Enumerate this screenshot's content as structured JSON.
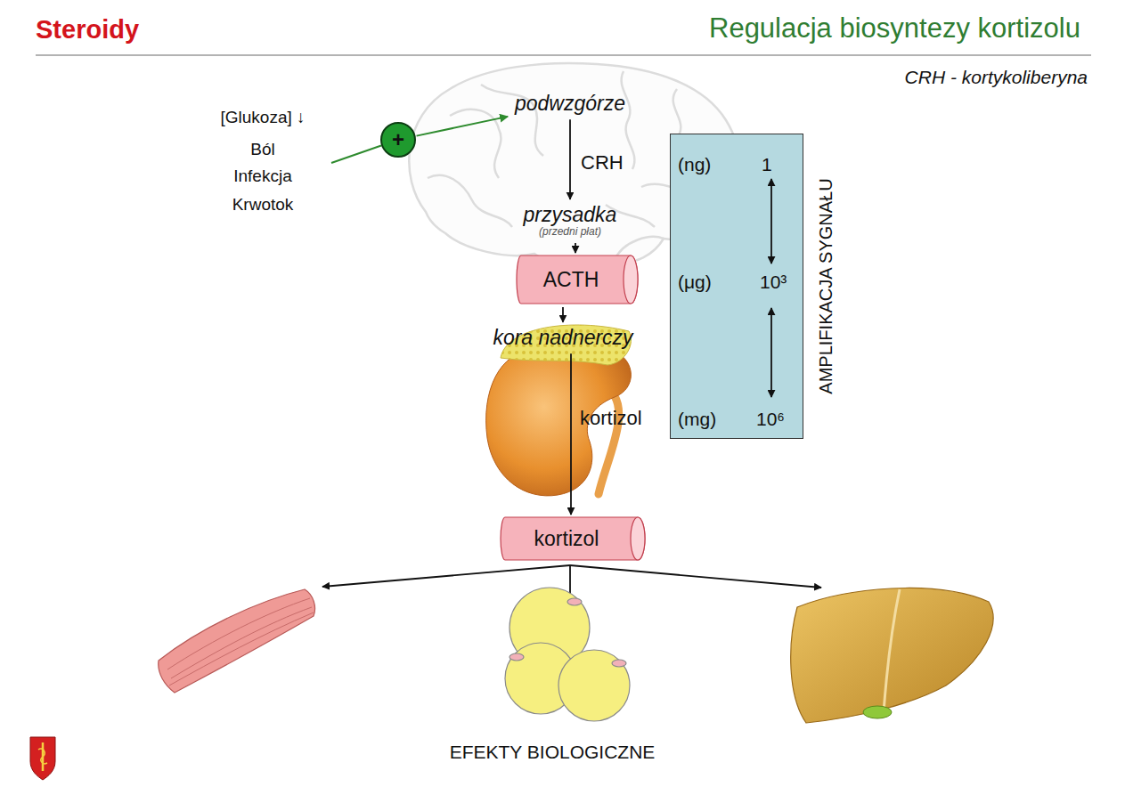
{
  "diagram": {
    "title": "Regulacja biosyntezy kortizolu",
    "nodes": [
      {
        "text": [
          "podwzgórze"
        ]
      },
      {
        "text": [
          "+"
        ]
      },
      {
        "text": [
          "przysadka",
          "(przedni płat)"
        ]
      },
      {
        "text": [
          "ACTH"
        ]
      },
      {
        "text": [
          "kora nadnerczy"
        ]
      },
      {
        "text": [
          "kortizol"
        ]
      },
      {
        "text": [
          "(ng)",
          "1",
          "(μg)",
          "10³",
          "(mg)",
          "10⁶",
          "AMPLIFIKACJA SYGNAŁU"
        ]
      }
    ],
    "edges": [
      {
        "from": 1,
        "to": 0,
        "arrow": "to"
      },
      {
        "from": 0,
        "to": 2,
        "label": "CRH",
        "arrow": "to"
      },
      {
        "from": 2,
        "to": 3,
        "arrow": "to"
      },
      {
        "from": 3,
        "to": 4,
        "arrow": "to"
      },
      {
        "from": 4,
        "to": 5,
        "label": "kortizol",
        "arrow": "to"
      }
    ],
    "labels": [
      "Steroidy",
      "CRH - kortykoliberyna",
      "[Glukoza] ↓",
      "Ból",
      "Infekcja",
      "Krwotok",
      "EFEKTY BIOLOGICZNE"
    ]
  }
}
